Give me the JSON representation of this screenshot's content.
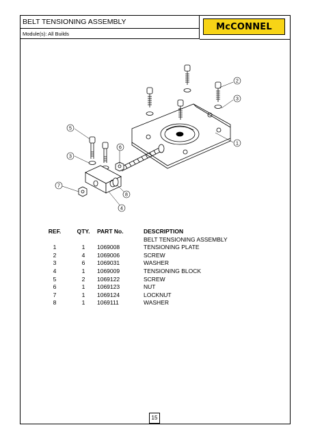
{
  "header": {
    "title": "BELT TENSIONING ASSEMBLY",
    "module": "Module(s): All Builds",
    "logo_text": "McCONNEL",
    "logo_color": "#f7d416"
  },
  "callouts": [
    "1",
    "2",
    "3",
    "3",
    "4",
    "5",
    "6",
    "7",
    "8"
  ],
  "parts_table": {
    "columns": [
      "REF.",
      "QTY.",
      "PART No.",
      "DESCRIPTION"
    ],
    "assembly_title": "BELT TENSIONING ASSEMBLY",
    "rows": [
      {
        "ref": "1",
        "qty": "1",
        "part": "1069008",
        "desc": "TENSIONING PLATE"
      },
      {
        "ref": "2",
        "qty": "4",
        "part": "1069006",
        "desc": "SCREW"
      },
      {
        "ref": "3",
        "qty": "6",
        "part": "1069031",
        "desc": "WASHER"
      },
      {
        "ref": "4",
        "qty": "1",
        "part": "1069009",
        "desc": "TENSIONING BLOCK"
      },
      {
        "ref": "5",
        "qty": "2",
        "part": "1069122",
        "desc": "SCREW"
      },
      {
        "ref": "6",
        "qty": "1",
        "part": "1069123",
        "desc": "NUT"
      },
      {
        "ref": "7",
        "qty": "1",
        "part": "1069124",
        "desc": "LOCKNUT"
      },
      {
        "ref": "8",
        "qty": "1",
        "part": "1069111",
        "desc": "WASHER"
      }
    ]
  },
  "page_number": "15"
}
